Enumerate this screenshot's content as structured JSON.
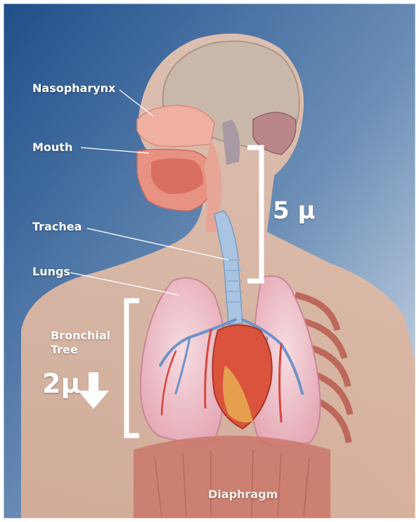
{
  "labels": {
    "nasopharynx": "Nasopharynx",
    "mouth": "Mouth",
    "trachea": "Trachea",
    "lungs": "Lungs",
    "bronchial_tree_line1": "Bronchial",
    "bronchial_tree_line2": "Tree",
    "upper_size": "5 μ",
    "lower_size": "2μ",
    "diaphragm": "Diaphragm"
  },
  "colors": {
    "sky_top": "#1f4f8a",
    "sky_bottom": "#dfe7ef",
    "skin": "#e8c7b4",
    "lung": "#f1c6cf",
    "vessel_red": "#d7463f",
    "vessel_blue": "#6e93c9",
    "label": "#ffffff"
  },
  "icons": [
    "bracket-icon",
    "down-arrow-icon"
  ]
}
